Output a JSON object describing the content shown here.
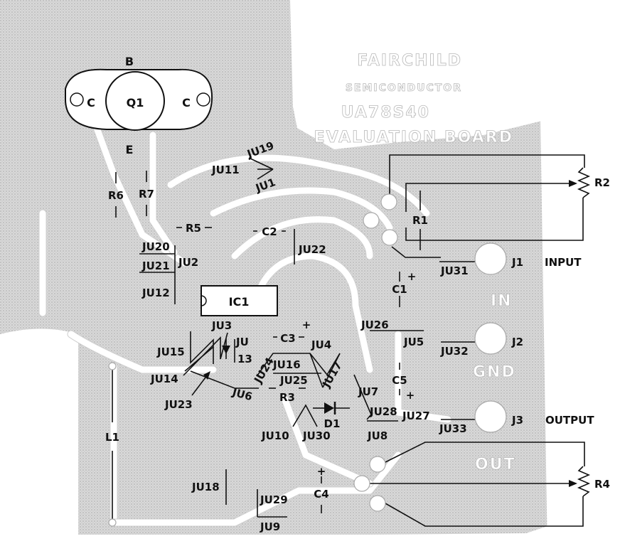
{
  "board": {
    "silkscreen_line1": "FAIRCHILD",
    "silkscreen_line2": "SEMICONDUCTOR",
    "silkscreen_line3": "UA78S40",
    "silkscreen_line4": "EVALUATION BOARD",
    "pad_label_in": "IN",
    "pad_label_gnd": "GND",
    "pad_label_out": "OUT"
  },
  "transistor": {
    "name": "Q1",
    "base": "B",
    "collector_left": "C",
    "collector_right": "C",
    "emitter": "E"
  },
  "ic": {
    "name": "IC1"
  },
  "components": {
    "R1": "R1",
    "R2": "R2",
    "R3": "R3",
    "R4": "R4",
    "R5": "R5",
    "R6": "R6",
    "R7": "R7",
    "C1": "C1",
    "C2": "C2",
    "C3": "C3",
    "C4": "C4",
    "C5": "C5",
    "D1": "D1",
    "L1": "L1",
    "J1": "J1",
    "J2": "J2",
    "J3": "J3"
  },
  "connectors": {
    "input": "INPUT",
    "output": "OUTPUT"
  },
  "jumpers": {
    "JU1": "JU1",
    "JU2": "JU2",
    "JU3": "JU3",
    "JU4": "JU4",
    "JU5": "JU5",
    "JU6": "JU6",
    "JU7": "JU7",
    "JU8": "JU8",
    "JU9": "JU9",
    "JU10": "JU10",
    "JU11": "JU11",
    "JU12": "JU12",
    "JU13_a": "JU",
    "JU13_b": "13",
    "JU14": "JU14",
    "JU15": "JU15",
    "JU16": "JU16",
    "JU17": "JU17",
    "JU18": "JU18",
    "JU19": "JU19",
    "JU20": "JU20",
    "JU21": "JU21",
    "JU22": "JU22",
    "JU23": "JU23",
    "JU24": "JU24",
    "JU25": "JU25",
    "JU26": "JU26",
    "JU27": "JU27",
    "JU28": "JU28",
    "JU29": "JU29",
    "JU30": "JU30",
    "JU31": "JU31",
    "JU32": "JU32",
    "JU33": "JU33"
  },
  "polarity_mark": "+"
}
